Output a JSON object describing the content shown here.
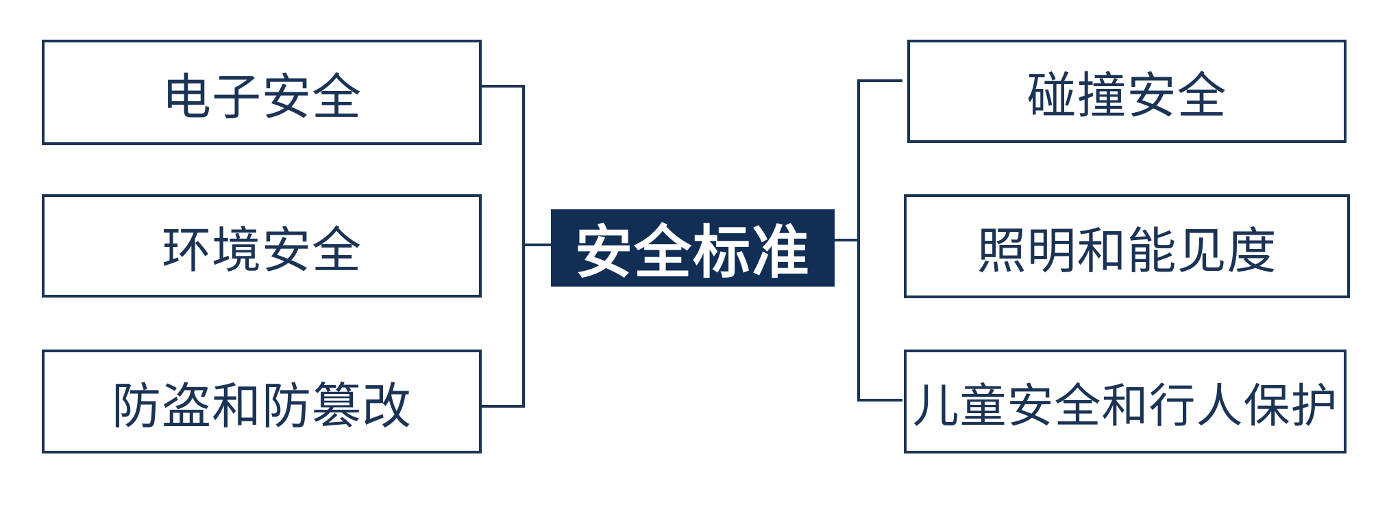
{
  "center": {
    "label": "安全标准"
  },
  "left_items": [
    {
      "label": "电子安全"
    },
    {
      "label": "环境安全"
    },
    {
      "label": "防盗和防篡改"
    }
  ],
  "right_items": [
    {
      "label": "碰撞安全"
    },
    {
      "label": "照明和能见度"
    },
    {
      "label": "儿童安全和行人保护"
    }
  ],
  "colors": {
    "primary": "#112f55",
    "border": "#1b3355"
  }
}
